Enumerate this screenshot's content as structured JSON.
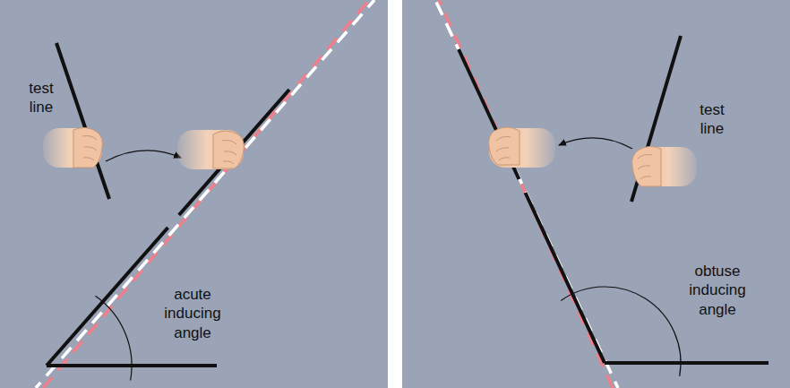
{
  "diagram": {
    "labels": [
      "test line",
      "acute inducing angle",
      "test line",
      "obtuse inducing angle"
    ]
  }
}
